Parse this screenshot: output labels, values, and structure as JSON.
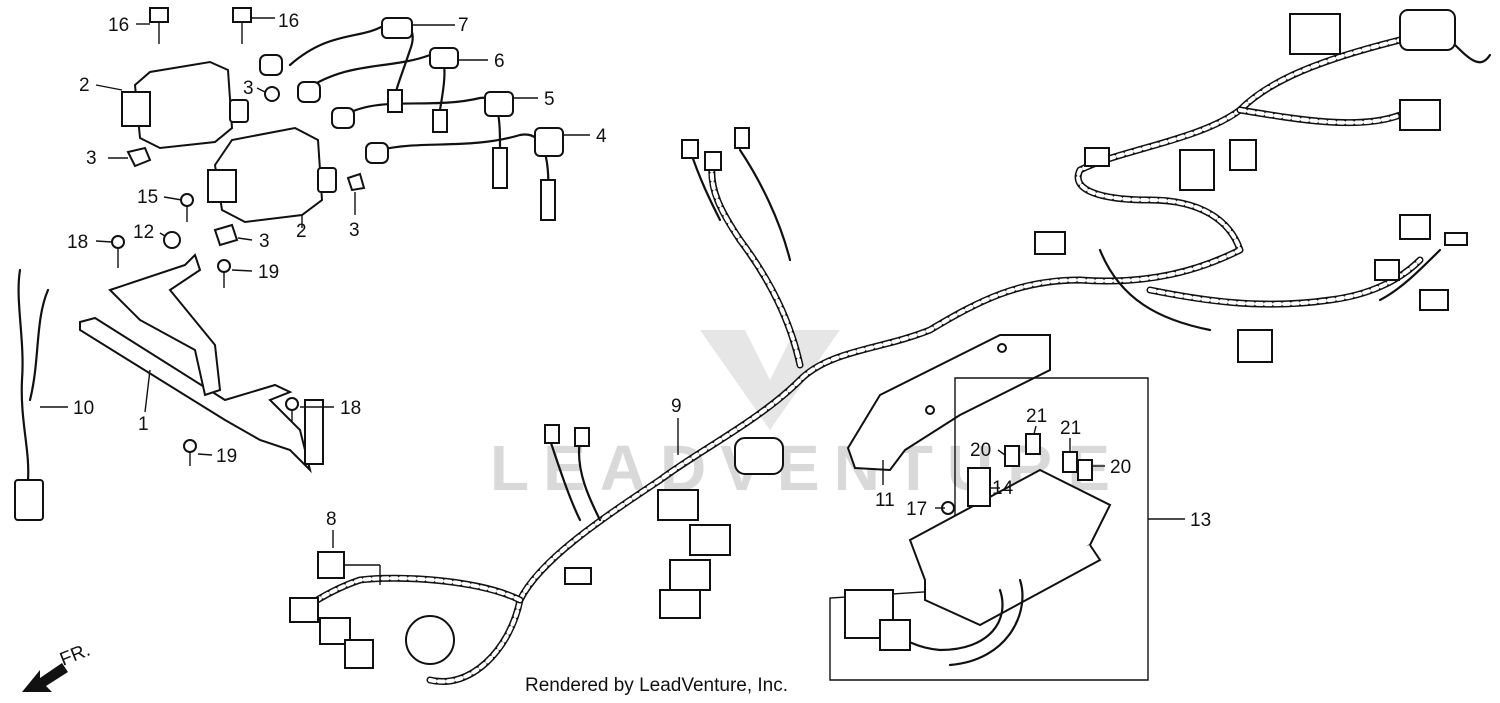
{
  "caption": "Rendered by LeadVenture, Inc.",
  "watermark": "LEADVENTURE",
  "direction": "FR.",
  "callouts": [
    {
      "id": "c16a",
      "text": "16"
    },
    {
      "id": "c16b",
      "text": "16"
    },
    {
      "id": "c7",
      "text": "7"
    },
    {
      "id": "c6",
      "text": "6"
    },
    {
      "id": "c5",
      "text": "5"
    },
    {
      "id": "c4",
      "text": "4"
    },
    {
      "id": "c2a",
      "text": "2"
    },
    {
      "id": "c2b",
      "text": "2"
    },
    {
      "id": "c3a",
      "text": "3"
    },
    {
      "id": "c3b",
      "text": "3"
    },
    {
      "id": "c3c",
      "text": "3"
    },
    {
      "id": "c3d",
      "text": "3"
    },
    {
      "id": "c15",
      "text": "15"
    },
    {
      "id": "c12",
      "text": "12"
    },
    {
      "id": "c18a",
      "text": "18"
    },
    {
      "id": "c18b",
      "text": "18"
    },
    {
      "id": "c19a",
      "text": "19"
    },
    {
      "id": "c19b",
      "text": "19"
    },
    {
      "id": "c1",
      "text": "1"
    },
    {
      "id": "c10",
      "text": "10"
    },
    {
      "id": "c9",
      "text": "9"
    },
    {
      "id": "c8",
      "text": "8"
    },
    {
      "id": "c11",
      "text": "11"
    },
    {
      "id": "c13",
      "text": "13"
    },
    {
      "id": "c14",
      "text": "14"
    },
    {
      "id": "c17",
      "text": "17"
    },
    {
      "id": "c20a",
      "text": "20"
    },
    {
      "id": "c20b",
      "text": "20"
    },
    {
      "id": "c21a",
      "text": "21"
    },
    {
      "id": "c21b",
      "text": "21"
    }
  ]
}
